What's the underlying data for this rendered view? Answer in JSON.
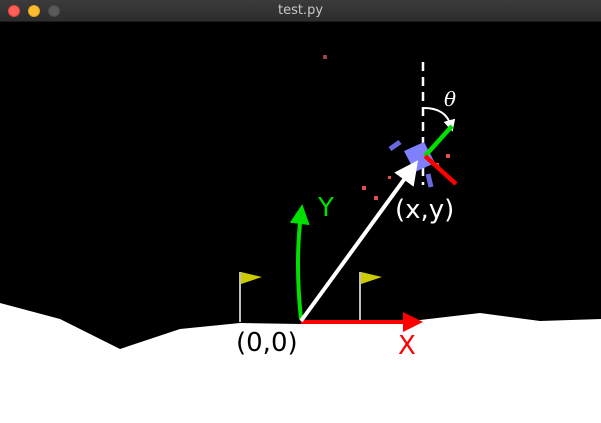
{
  "window": {
    "title": "test.py"
  },
  "colors": {
    "background": "#000000",
    "terrain": "#ffffff",
    "flag": "#cccc00",
    "lander": "#8080ff",
    "x_axis": "#ff0000",
    "y_axis": "#00e000",
    "vector": "#ffffff",
    "particles": "#e05050"
  },
  "labels": {
    "y_axis": "Y",
    "x_axis": "X",
    "position": "(x,y)",
    "origin": "(0,0)",
    "angle": "θ"
  },
  "icons": {
    "close": "traffic-light-close",
    "minimize": "traffic-light-minimize",
    "maximize": "traffic-light-maximize"
  }
}
